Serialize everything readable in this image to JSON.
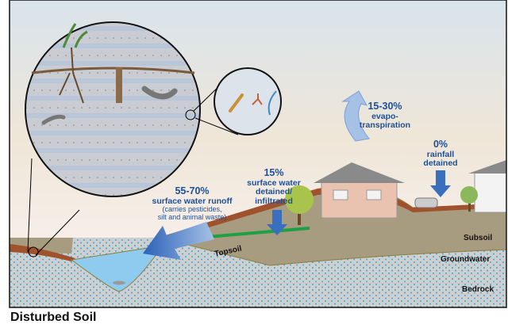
{
  "title": "Disturbed Soil",
  "labels": {
    "runoff": {
      "percent": "55-70%",
      "text": "surface water runoff",
      "note_line1": "(carries pesticides,",
      "note_line2": "silt and animal waste)"
    },
    "detained": {
      "percent": "15%",
      "line1": "surface water",
      "line2": "detained/",
      "line3": "infiltrated"
    },
    "evapo": {
      "percent": "15-30%",
      "line1": "evapo-",
      "line2": "transpiration"
    },
    "rainfall": {
      "percent": "0%",
      "line1": "rainfall",
      "line2": "detained"
    }
  },
  "layers": {
    "topsoil": "Topsoil",
    "subsoil": "Subsoil",
    "groundwater": "Groundwater",
    "bedrock": "Bedrock"
  },
  "colors": {
    "arrow": "#3a6fc0",
    "text": "#1d4f9a",
    "subsoil": "#a89c80",
    "topsoil": "#a0522d",
    "bedrock": "#cfcfcf",
    "water": "#8fcbef"
  }
}
